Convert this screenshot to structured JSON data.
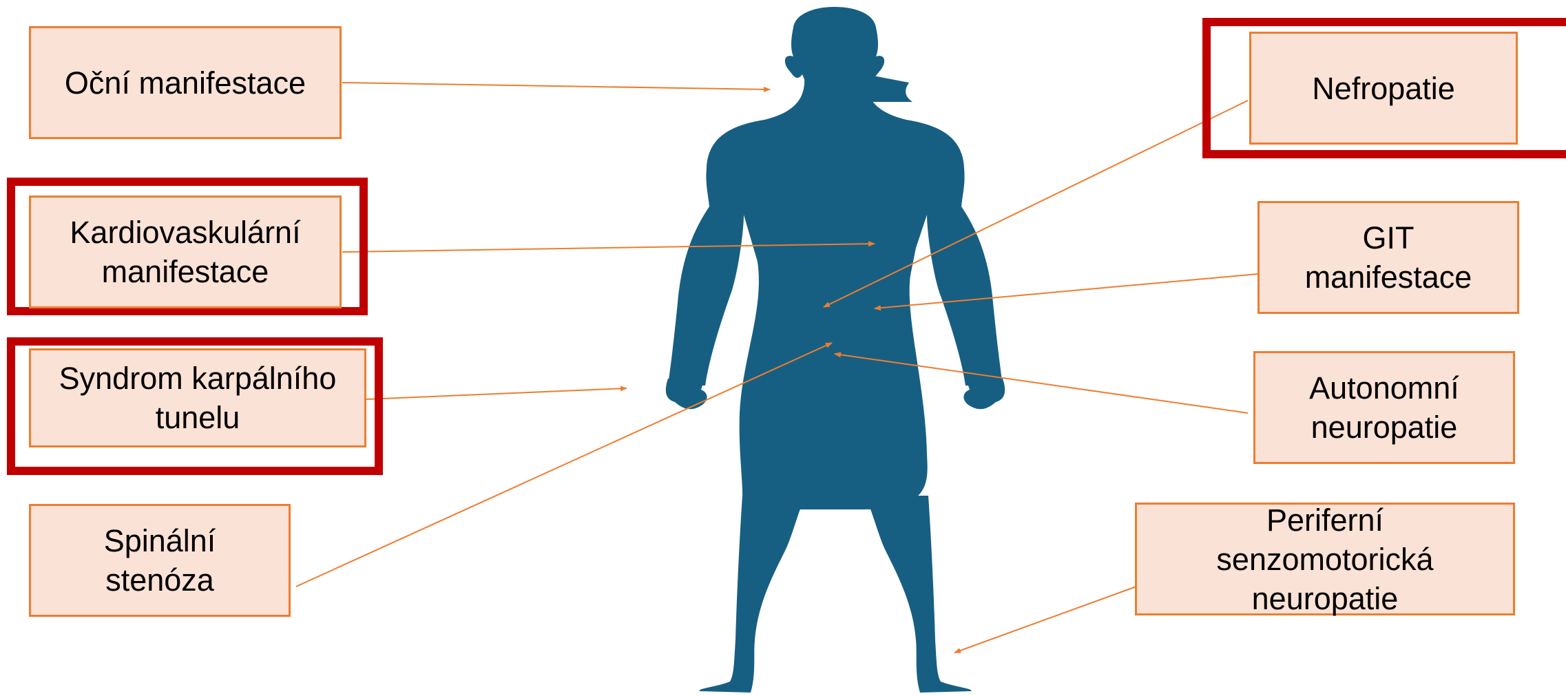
{
  "labels": {
    "ocni": [
      "Oční manifestace"
    ],
    "kardio": [
      "Kardiovaskulární",
      "manifestace"
    ],
    "karpal": [
      "Syndrom karpálního",
      "tunelu"
    ],
    "spinal": [
      "Spinální",
      "stenóza"
    ],
    "nefro": [
      "Nefropatie"
    ],
    "git": [
      "GIT",
      "manifestace"
    ],
    "autonom": [
      "Autonomní",
      "neuropatie"
    ],
    "periferni": [
      "Periferní",
      "senzomotorická",
      "neuropatie"
    ]
  },
  "colors": {
    "box_fill": "#fbe2d6",
    "box_border": "#ed7d31",
    "arrow": "#ed7d31",
    "highlight": "#c00000",
    "figure": "#175f82"
  },
  "highlighted": [
    "kardio",
    "karpal",
    "nefro"
  ]
}
